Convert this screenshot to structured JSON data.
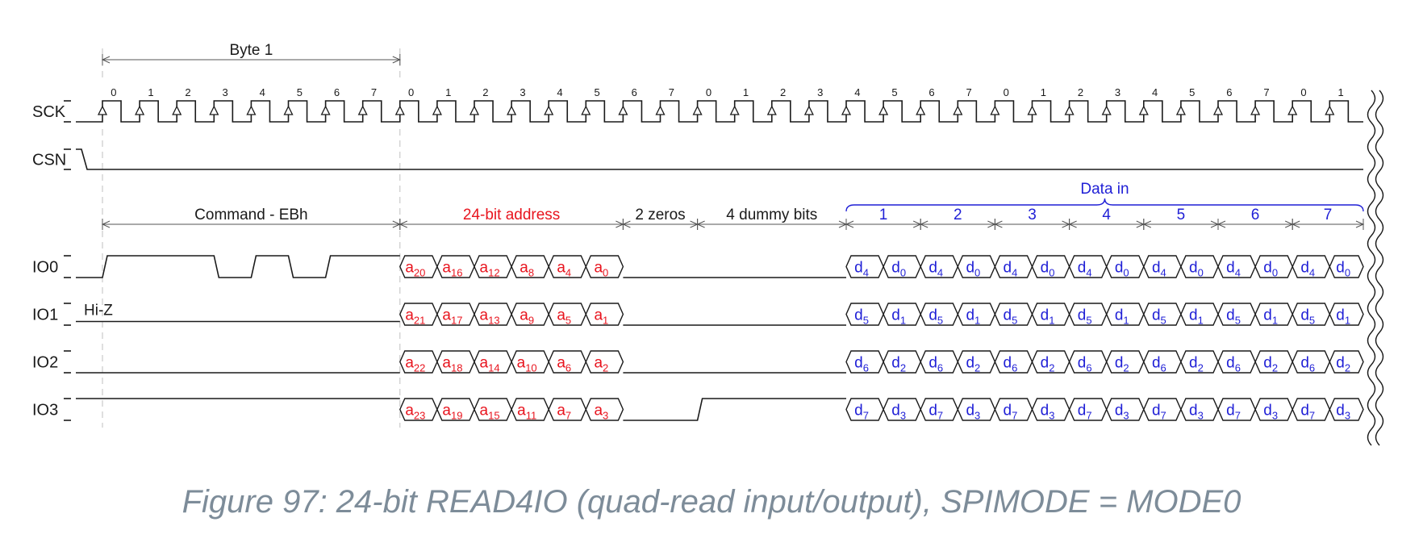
{
  "signals": {
    "sck": "SCK",
    "csn": "CSN",
    "io0": "IO0",
    "io1": "IO1",
    "io2": "IO2",
    "io3": "IO3"
  },
  "hi_z": "Hi-Z",
  "byte_label": "Byte 1",
  "clock_numbers": [
    "0",
    "1",
    "2",
    "3",
    "4",
    "5",
    "6",
    "7",
    "0",
    "1",
    "2",
    "3",
    "4",
    "5",
    "6",
    "7",
    "0",
    "1",
    "2",
    "3",
    "4",
    "5",
    "6",
    "7",
    "0",
    "1",
    "2",
    "3",
    "4",
    "5",
    "6",
    "7",
    "0",
    "1"
  ],
  "phases": {
    "command": "Command - EBh",
    "address": "24-bit address",
    "zeros": "2 zeros",
    "dummy": "4 dummy bits",
    "data_in": "Data in"
  },
  "data_numbers": [
    "1",
    "2",
    "3",
    "4",
    "5",
    "6",
    "7"
  ],
  "address_cells": {
    "io0": [
      [
        "a",
        "20"
      ],
      [
        "a",
        "16"
      ],
      [
        "a",
        "12"
      ],
      [
        "a",
        "8"
      ],
      [
        "a",
        "4"
      ],
      [
        "a",
        "0"
      ]
    ],
    "io1": [
      [
        "a",
        "21"
      ],
      [
        "a",
        "17"
      ],
      [
        "a",
        "13"
      ],
      [
        "a",
        "9"
      ],
      [
        "a",
        "5"
      ],
      [
        "a",
        "1"
      ]
    ],
    "io2": [
      [
        "a",
        "22"
      ],
      [
        "a",
        "18"
      ],
      [
        "a",
        "14"
      ],
      [
        "a",
        "10"
      ],
      [
        "a",
        "6"
      ],
      [
        "a",
        "2"
      ]
    ],
    "io3": [
      [
        "a",
        "23"
      ],
      [
        "a",
        "19"
      ],
      [
        "a",
        "15"
      ],
      [
        "a",
        "11"
      ],
      [
        "a",
        "7"
      ],
      [
        "a",
        "3"
      ]
    ]
  },
  "data_cells": {
    "io0": [
      [
        "d",
        "4"
      ],
      [
        "d",
        "0"
      ],
      [
        "d",
        "4"
      ],
      [
        "d",
        "0"
      ],
      [
        "d",
        "4"
      ],
      [
        "d",
        "0"
      ],
      [
        "d",
        "4"
      ],
      [
        "d",
        "0"
      ],
      [
        "d",
        "4"
      ],
      [
        "d",
        "0"
      ],
      [
        "d",
        "4"
      ],
      [
        "d",
        "0"
      ],
      [
        "d",
        "4"
      ],
      [
        "d",
        "0"
      ]
    ],
    "io1": [
      [
        "d",
        "5"
      ],
      [
        "d",
        "1"
      ],
      [
        "d",
        "5"
      ],
      [
        "d",
        "1"
      ],
      [
        "d",
        "5"
      ],
      [
        "d",
        "1"
      ],
      [
        "d",
        "5"
      ],
      [
        "d",
        "1"
      ],
      [
        "d",
        "5"
      ],
      [
        "d",
        "1"
      ],
      [
        "d",
        "5"
      ],
      [
        "d",
        "1"
      ],
      [
        "d",
        "5"
      ],
      [
        "d",
        "1"
      ]
    ],
    "io2": [
      [
        "d",
        "6"
      ],
      [
        "d",
        "2"
      ],
      [
        "d",
        "6"
      ],
      [
        "d",
        "2"
      ],
      [
        "d",
        "6"
      ],
      [
        "d",
        "2"
      ],
      [
        "d",
        "6"
      ],
      [
        "d",
        "2"
      ],
      [
        "d",
        "6"
      ],
      [
        "d",
        "2"
      ],
      [
        "d",
        "6"
      ],
      [
        "d",
        "2"
      ],
      [
        "d",
        "6"
      ],
      [
        "d",
        "2"
      ]
    ],
    "io3": [
      [
        "d",
        "7"
      ],
      [
        "d",
        "3"
      ],
      [
        "d",
        "7"
      ],
      [
        "d",
        "3"
      ],
      [
        "d",
        "7"
      ],
      [
        "d",
        "3"
      ],
      [
        "d",
        "7"
      ],
      [
        "d",
        "3"
      ],
      [
        "d",
        "7"
      ],
      [
        "d",
        "3"
      ],
      [
        "d",
        "7"
      ],
      [
        "d",
        "3"
      ],
      [
        "d",
        "7"
      ],
      [
        "d",
        "3"
      ]
    ]
  },
  "command_bits": [
    1,
    1,
    1,
    0,
    1,
    0,
    1,
    1
  ],
  "colors": {
    "address": "#e8141e",
    "data": "#1f1fd6",
    "line": "#1a1a1a",
    "caption": "#7d8c99"
  },
  "caption": "Figure 97: 24-bit READ4IO (quad-read input/output), SPIMODE = MODE0"
}
